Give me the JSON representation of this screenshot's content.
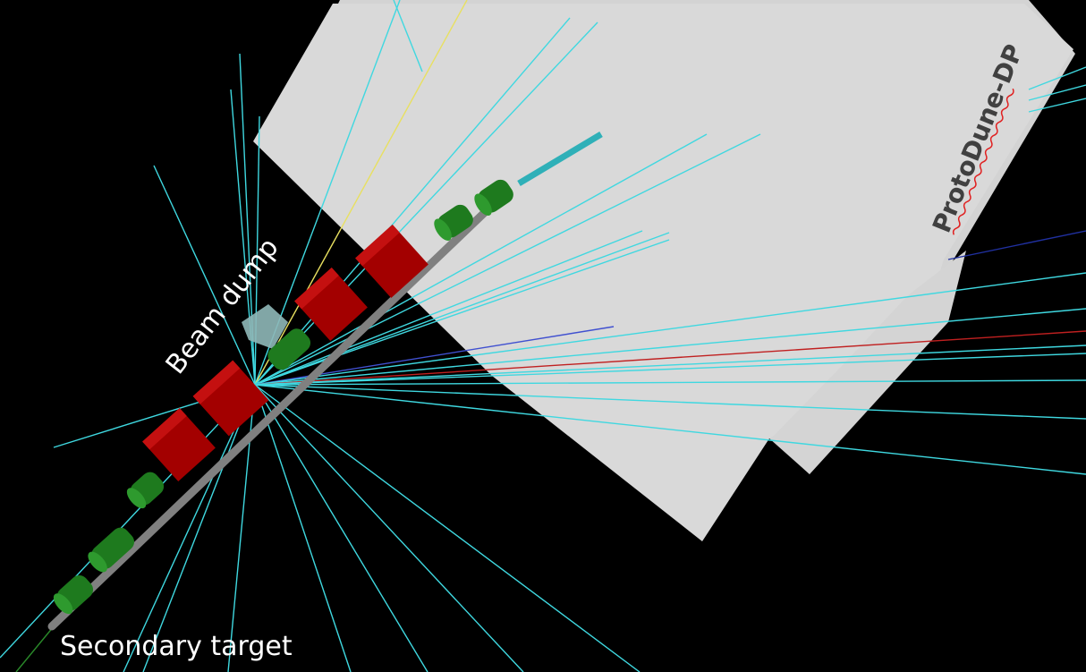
{
  "labels": {
    "beam_dump": "Beam dump",
    "protodune": "ProtoDune-DP",
    "secondary_target": "Secondary target"
  },
  "colors": {
    "background": "#000000",
    "detector_plane": "#d6d6d6",
    "magnet": "#b00000",
    "quadrupole": "#1e7a1e",
    "beam_pipe": "#808080",
    "track_cyan": "#3fd8e0",
    "track_yellow": "#e8e060",
    "track_red": "#c02020",
    "track_blue": "#2030a0",
    "beam_dump_block": "#8fb8b8",
    "spellcheck_underline": "#e02020"
  }
}
